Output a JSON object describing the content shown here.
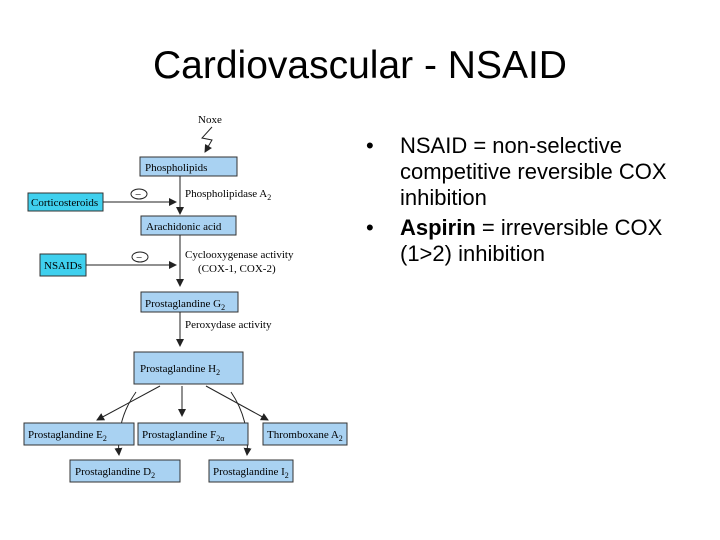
{
  "slide": {
    "title": "Cardiovascular - NSAID",
    "bullets": [
      {
        "bold": "",
        "text": "NSAID = non-selective competitive reversible COX inhibition"
      },
      {
        "bold": "Aspirin",
        "text": " = irreversible COX (1>2) inhibition"
      }
    ]
  },
  "diagram": {
    "noxe": "Noxe",
    "phospholipids": "Phospholipids",
    "phospholipase": "Phospholipidase A",
    "phospholipase_sub": "2",
    "corticosteroids": "Corticosteroids",
    "arachidonic": "Arachidonic acid",
    "cox_activity": "Cyclooxygenase activity",
    "cox_types": "(COX-1, COX-2)",
    "nsaids": "NSAIDs",
    "pgg": "Prostaglandine G",
    "pgg_sub": "2",
    "peroxydase": "Peroxydase activity",
    "pgh": "Prostaglandine H",
    "pgh_sub": "2",
    "pge": "Prostaglandine E",
    "pge_sub": "2",
    "pgf": "Prostaglandine F",
    "pgf_sub": "2α",
    "txa": "Thromboxane A",
    "txa_sub": "2",
    "pgd": "Prostaglandine D",
    "pgd_sub": "2",
    "pgi": "Prostaglandine I",
    "pgi_sub": "2",
    "inhibit_symbol": "−"
  }
}
